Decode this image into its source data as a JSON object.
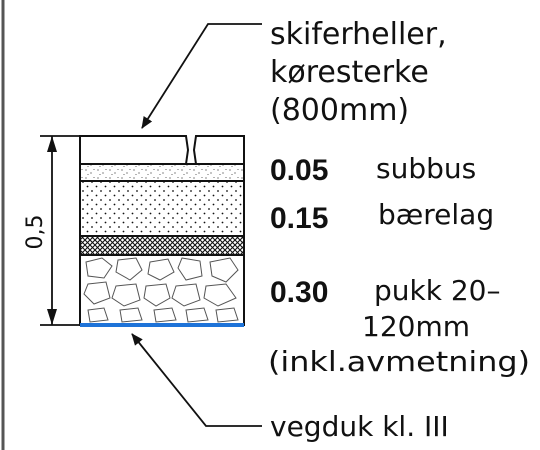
{
  "top_label": {
    "lines": [
      "skiferheller,",
      "køresterke",
      "(800mm)"
    ]
  },
  "dimension": {
    "label": "0,5"
  },
  "layers": [
    {
      "thickness": "0.05",
      "name": "subbus"
    },
    {
      "thickness": "0.15",
      "name": "bærelag"
    },
    {
      "thickness": "0.30",
      "name_lines": [
        "pukk 20–",
        "120mm",
        "(inkl.avmetning)"
      ]
    }
  ],
  "bottom_label": "vegduk kl. III",
  "colors": {
    "line": "#111111",
    "geotextile": "#1e73d8",
    "frame": "#555555"
  }
}
